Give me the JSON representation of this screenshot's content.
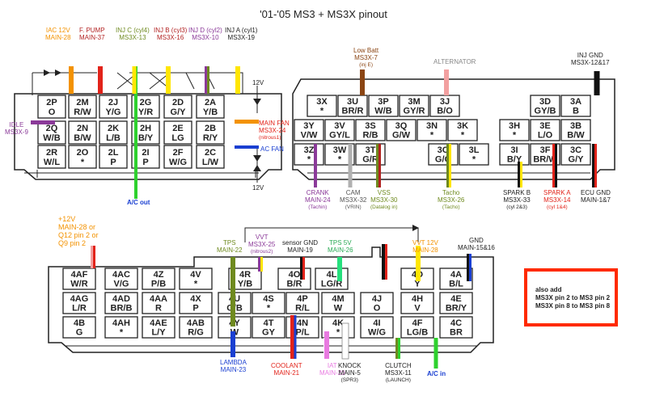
{
  "title": "'01-'05 MS3 + MS3X pinout",
  "connector1_pins": [
    [
      "2P",
      "O"
    ],
    [
      "2M",
      "R/W"
    ],
    [
      "2J",
      "Y/G"
    ],
    [
      "2G",
      "Y/R"
    ],
    [
      "2D",
      "G/Y"
    ],
    [
      "2A",
      "Y/B"
    ],
    [
      "2Q",
      "W/B"
    ],
    [
      "2N",
      "B/W"
    ],
    [
      "2K",
      "L/B"
    ],
    [
      "2H",
      "B/Y"
    ],
    [
      "2E",
      "LG"
    ],
    [
      "2B",
      "R/Y"
    ],
    [
      "2R",
      "W/L"
    ],
    [
      "2O",
      "*"
    ],
    [
      "2L",
      "P"
    ],
    [
      "2I",
      "P"
    ],
    [
      "2F",
      "W/G"
    ],
    [
      "2C",
      "L/W"
    ]
  ],
  "connector2_pins": [
    [
      "3X",
      "*"
    ],
    [
      "3U",
      "BR/R"
    ],
    [
      "3P",
      "W/B"
    ],
    [
      "3M",
      "GY/R"
    ],
    [
      "3J",
      "B/O"
    ],
    [
      "3D",
      "GY/B"
    ],
    [
      "3A",
      "B"
    ],
    [
      "3Y",
      "V/W"
    ],
    [
      "3V",
      "GY/L"
    ],
    [
      "3S",
      "R/B"
    ],
    [
      "3Q",
      "G/W"
    ],
    [
      "3N",
      "*"
    ],
    [
      "3K",
      "*"
    ],
    [
      "3H",
      "*"
    ],
    [
      "3E",
      "L/O"
    ],
    [
      "3B",
      "B/W"
    ],
    [
      "3Z",
      "*"
    ],
    [
      "3W",
      "*"
    ],
    [
      "3T",
      "G/R"
    ],
    [
      "3O",
      "G/O"
    ],
    [
      "3L",
      "*"
    ],
    [
      "3I",
      "B/Y"
    ],
    [
      "3F",
      "BR/W"
    ],
    [
      "3C",
      "G/Y"
    ]
  ],
  "connector3_pins": [
    [
      "4AF",
      "W/R"
    ],
    [
      "4AC",
      "V/G"
    ],
    [
      "4Z",
      "P/B"
    ],
    [
      "4V",
      "*"
    ],
    [
      "4R",
      "Y/B"
    ],
    [
      "4O",
      "B/R"
    ],
    [
      "4L",
      "LG/R"
    ],
    [
      "4D",
      "Y"
    ],
    [
      "4A",
      "B/L"
    ],
    [
      "4AG",
      "L/R"
    ],
    [
      "4AD",
      "BR/B"
    ],
    [
      "4AA",
      "R"
    ],
    [
      "4X",
      "P"
    ],
    [
      "4U",
      "G/B"
    ],
    [
      "4S",
      "*"
    ],
    [
      "4P",
      "R/L"
    ],
    [
      "4M",
      "W"
    ],
    [
      "4J",
      "O"
    ],
    [
      "4H",
      "V"
    ],
    [
      "4E",
      "BR/Y"
    ],
    [
      "4B",
      "G"
    ],
    [
      "4AH",
      "*"
    ],
    [
      "4AE",
      "L/Y"
    ],
    [
      "4AB",
      "R/G"
    ],
    [
      "4Y",
      "W"
    ],
    [
      "4T",
      "GY"
    ],
    [
      "4N",
      "P/L"
    ],
    [
      "4K",
      "*"
    ],
    [
      "4I",
      "W/G"
    ],
    [
      "4F",
      "LG/B"
    ],
    [
      "4C",
      "BR"
    ]
  ],
  "labels": {
    "iac": "IAC 12V",
    "iac2": "MAIN-28",
    "fpump": "F. PUMP",
    "fpump2": "MAIN-37",
    "injc": "INJ C (cyl4)",
    "injc2": "MS3X-13",
    "injb": "INJ B (cyl3)",
    "injb2": "MS3X-16",
    "injd": "INJ D (cyl2)",
    "injd2": "MS3X-10",
    "inja": "INJ A (cyl1)",
    "inja2": "MS3X-19",
    "idle": "IDLE",
    "idle2": "MS3X-9",
    "mainfan": "MAIN FAN",
    "mainfan2": "MS3X-24",
    "mainfan3": "(nitrous1)",
    "acfan": "AC FAN",
    "v12a": "12V",
    "v12b": "12V",
    "acout": "A/C out",
    "lowbatt": "Low Batt",
    "lowbatt2": "MS3X-7",
    "lowbatt3": "(inj E)",
    "alternator": "ALTERNATOR",
    "injgnd": "INJ GND",
    "injgnd2": "MS3X-12&17",
    "crank": "CRANK",
    "crank2": "MAIN-24",
    "crank3": "(Tachin)",
    "cam": "CAM",
    "cam2": "MS3X-32",
    "cam3": "(VRIN)",
    "vss": "VSS",
    "vss2": "MS3X-30",
    "vss3": "(Datalog in)",
    "tacho": "Tacho",
    "tacho2": "MS3X-26",
    "tacho3": "(Tacho)",
    "sparkb": "SPARK B",
    "sparkb2": "MS3X-33",
    "sparkb3": "(cyl 2&3)",
    "sparka": "SPARK A",
    "sparka2": "MS3X-14",
    "sparka3": "(cyl 1&4)",
    "ecugnd": "ECU GND",
    "ecugnd2": "MAIN-1&7",
    "plus12": "+12V",
    "plus12b": "MAIN-28 or",
    "plus12c": "Q12 pin 2 or",
    "plus12d": "Q9 pin 2",
    "tps": "TPS",
    "tps2": "MAIN-22",
    "vvt": "VVT",
    "vvt2": "MS3X-25",
    "vvt3": "(nitrous2)",
    "sensorgnd": "sensor GND",
    "sensorgnd2": "MAIN-19",
    "tps5v": "TPS 5V",
    "tps5v2": "MAIN-26",
    "vvt12": "VVT 12V",
    "vvt12b": "MAIN-28",
    "gnd": "GND",
    "gnd2": "MAIN-15&16",
    "lambda": "LAMBDA",
    "lambda2": "MAIN-23",
    "coolant": "COOLANT",
    "coolant2": "MAIN-21",
    "iat": "IAT",
    "iat2": "MAIN-20",
    "knock": "KNOCK",
    "knock2": "MAIN-5",
    "knock3": "(SPR3)",
    "clutch": "CLUTCH",
    "clutch2": "MS3X-11",
    "clutch3": "(LAUNCH)",
    "acin": "A/C in"
  },
  "note": {
    "line1": "also add",
    "line2": "MS3X pin 2 to MS3 pin 2",
    "line3": "MS3X pin 8 to MS3 pin 8"
  },
  "colors": {
    "orange": "#f39200",
    "red": "#e2231a",
    "yellow": "#ffe600",
    "green": "#2ed12e",
    "purple": "#8b3a99",
    "blue": "#1a3fd1",
    "grey": "#b0b0b0",
    "olive": "#6f8a1f",
    "black": "#111111",
    "brown": "#8b4513",
    "darkred": "#b22222",
    "warn": "#ff2a00",
    "pink": "#e87ae0",
    "lightgreen": "#26e07d"
  }
}
